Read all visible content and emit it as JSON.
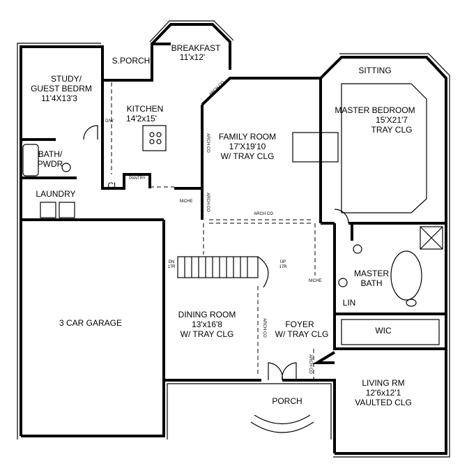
{
  "plan": {
    "rooms": {
      "study": {
        "line1": "STUDY/",
        "line2": "GUEST BEDRM",
        "size": "11'4X13'3"
      },
      "s_porch": {
        "name": "S.PORCH"
      },
      "breakfast": {
        "name": "BREAKFAST",
        "size": "11'x12'"
      },
      "kitchen": {
        "name": "KITCHEN",
        "size": "14'2x15'"
      },
      "family_room": {
        "name": "FAMILY ROOM",
        "size": "17'X19'10",
        "note": "W/ TRAY CLG"
      },
      "sitting": {
        "name": "SITTING"
      },
      "master_bedroom": {
        "name": "MASTER BEDROOM",
        "size": "15'X21'7",
        "note": "TRAY CLG"
      },
      "bath": {
        "line1": "BATH/",
        "line2": "PWDR"
      },
      "laundry": {
        "name": "LAUNDRY"
      },
      "closet": {
        "name": "CL"
      },
      "pantry": {
        "name": "PANTRY"
      },
      "dishwasher": {
        "name": "D/W"
      },
      "garage": {
        "name": "3 CAR GARAGE"
      },
      "dining_room": {
        "name": "DINING ROOM",
        "size": "13'x16'8",
        "note": "W/ TRAY CLG"
      },
      "foyer": {
        "name": "FOYER",
        "note": "W/ TRAY CLG"
      },
      "master_bath": {
        "line1": "MASTER",
        "line2": "BATH"
      },
      "linen": {
        "name": "LIN"
      },
      "wic": {
        "name": "WIC"
      },
      "living_room": {
        "name": "LIVING RM",
        "size": "12'6x12'1",
        "note": "VAULTED CLG"
      },
      "porch": {
        "name": "PORCH"
      }
    },
    "annotations": {
      "arch_co": "ARCH CO",
      "niche": "NICHE",
      "stairs_down": {
        "line1": "DN",
        "line2": "17R"
      },
      "stairs_up": {
        "line1": "UP",
        "line2": "17R"
      }
    }
  }
}
